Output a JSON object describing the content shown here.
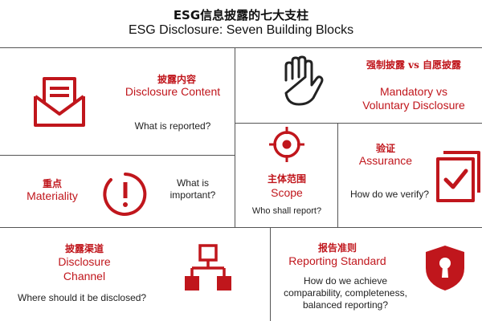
{
  "title": {
    "cn": "ESG信息披露的七大支柱",
    "en": "ESG Disclosure: Seven Building Blocks"
  },
  "blocks": {
    "content": {
      "cn": "披露内容",
      "en": "Disclosure Content",
      "question": "What is reported?",
      "icon": "envelope-icon"
    },
    "mandatory": {
      "cn": "强制披露 vs 自愿披露",
      "en1": "Mandatory vs",
      "en2": "Voluntary Disclosure",
      "icon": "hand-icon"
    },
    "materiality": {
      "cn": "重点",
      "en": "Materiality",
      "question1": "What is",
      "question2": "important?",
      "icon": "exclamation-icon"
    },
    "scope": {
      "cn": "主体范围",
      "en": "Scope",
      "question": "Who shall report?",
      "icon": "target-icon"
    },
    "assurance": {
      "cn": "验证",
      "en": "Assurance",
      "question": "How do we verify?",
      "icon": "checkbox-icon"
    },
    "channel": {
      "cn": "披露渠道",
      "en1": "Disclosure",
      "en2": "Channel",
      "question": "Where should it be disclosed?",
      "icon": "hierarchy-icon"
    },
    "standard": {
      "cn": "报告准则",
      "en": "Reporting Standard",
      "question1": "How do we achieve",
      "question2": "comparability, completeness,",
      "question3": "balanced reporting?",
      "icon": "shield-keyhole-icon"
    }
  },
  "colors": {
    "accent": "#c0161c",
    "text": "#222222",
    "divider": "#555555"
  }
}
